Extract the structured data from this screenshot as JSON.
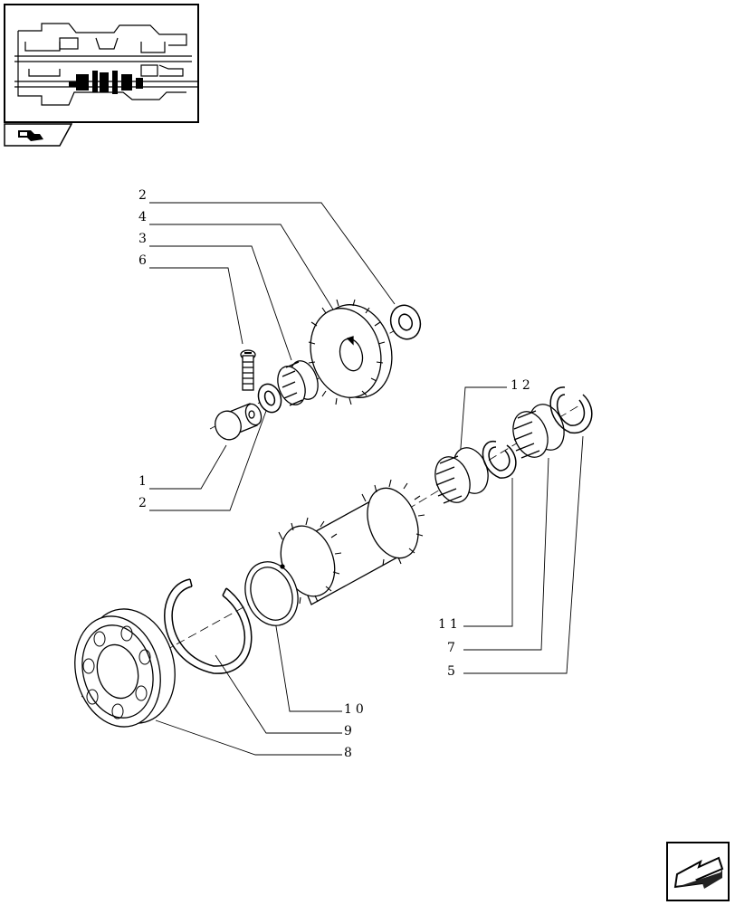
{
  "thumbnail": {
    "icon": "transmission-section-thumbnail"
  },
  "section_tab": {
    "icon": "section-tab-icon"
  },
  "callouts": [
    {
      "id": "c2a",
      "text": "2"
    },
    {
      "id": "c4",
      "text": "4"
    },
    {
      "id": "c3",
      "text": "3"
    },
    {
      "id": "c6",
      "text": "6"
    },
    {
      "id": "c1",
      "text": "1"
    },
    {
      "id": "c2b",
      "text": "2"
    },
    {
      "id": "c12",
      "text": "12"
    },
    {
      "id": "c11",
      "text": "11"
    },
    {
      "id": "c7",
      "text": "7"
    },
    {
      "id": "c5",
      "text": "5"
    },
    {
      "id": "c10",
      "text": "10"
    },
    {
      "id": "c9",
      "text": "9"
    },
    {
      "id": "c8",
      "text": "8"
    }
  ],
  "navigation": {
    "next_icon": "next-page-arrow-icon"
  },
  "colors": {
    "line": "#000000",
    "background": "#ffffff",
    "nav_fill": "#222222"
  }
}
